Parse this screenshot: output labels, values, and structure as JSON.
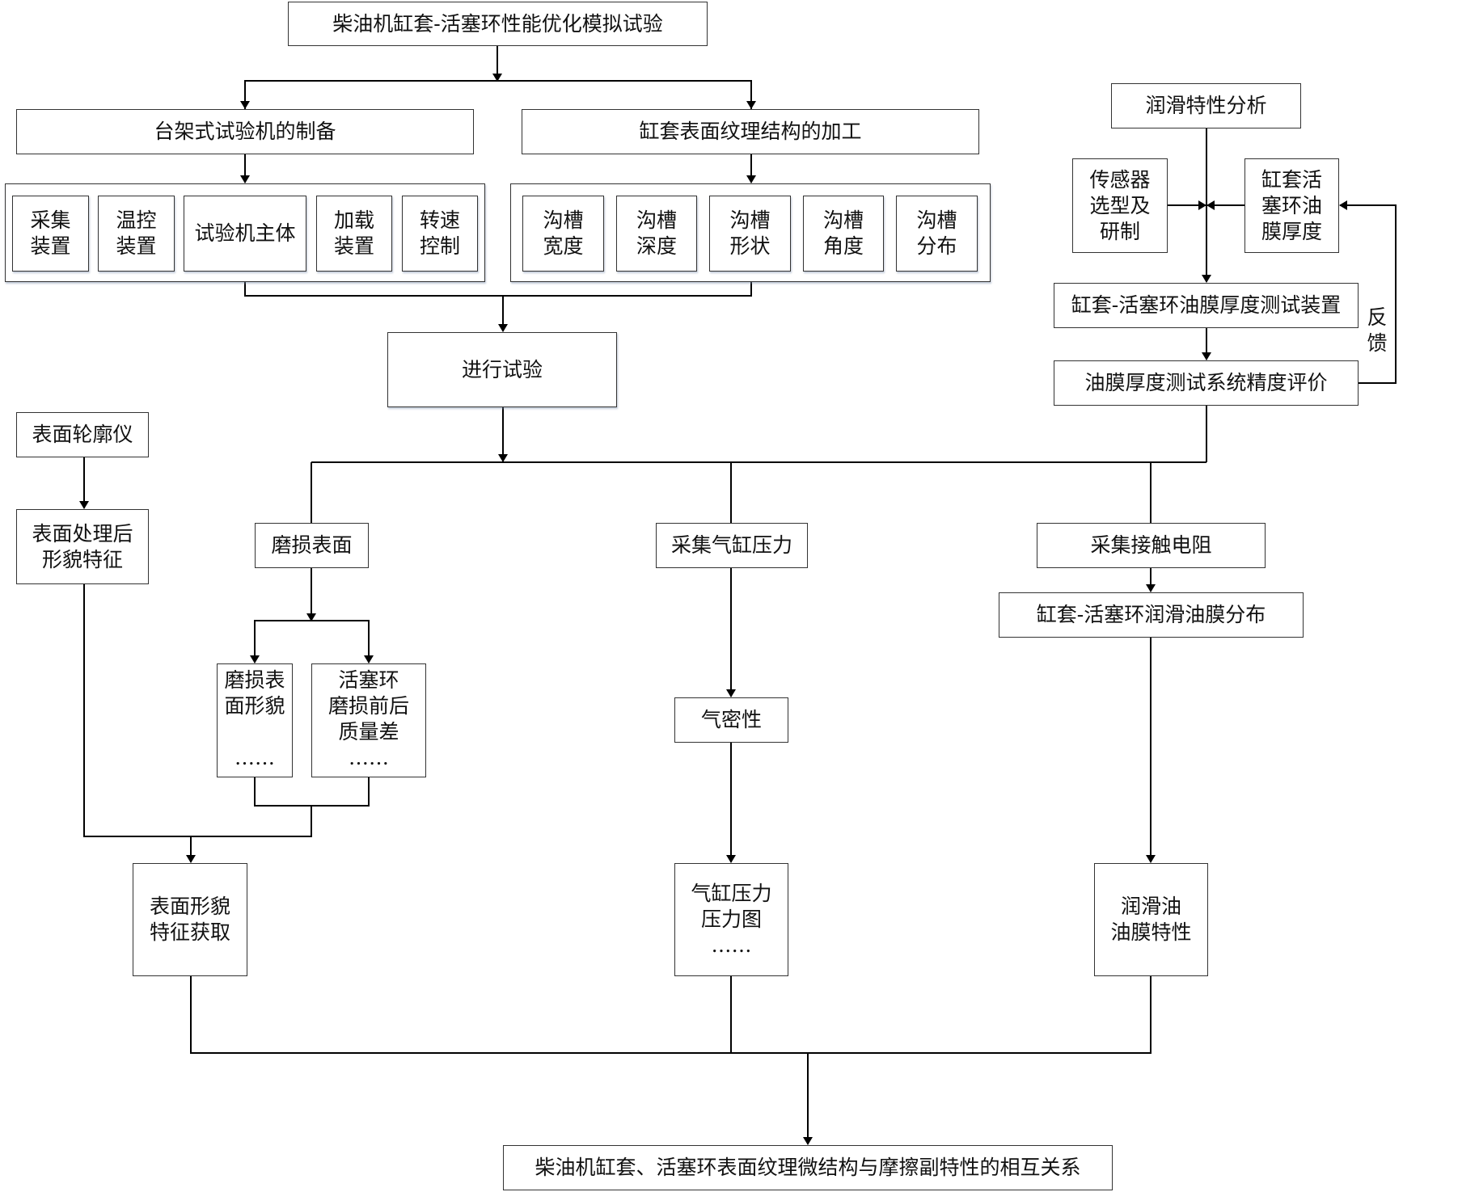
{
  "title_box": "柴油机缸套-活塞环性能优化模拟试验",
  "left_branch": {
    "header": "台架式试验机的制备",
    "items": [
      "采集\n装置",
      "温控\n装置",
      "试验机主体",
      "加载\n装置",
      "转速\n控制"
    ]
  },
  "right_branch": {
    "header": "缸套表面纹理结构的加工",
    "items": [
      "沟槽\n宽度",
      "沟槽\n深度",
      "沟槽\n形状",
      "沟槽\n角度",
      "沟槽\n分布"
    ]
  },
  "experiment": "进行试验",
  "lubrication": {
    "analysis": "润滑特性分析",
    "sensor": "传感器\n选型及\n研制",
    "film_thickness": "缸套活\n塞环油\n膜厚度",
    "test_device": "缸套-活塞环油膜厚度测试装置",
    "evaluation": "油膜厚度测试系统精度评价",
    "feedback": "反\n馈"
  },
  "surface": {
    "profiler": "表面轮廓仪",
    "treated_features": "表面处理后\n形貌特征",
    "wear_surface": "磨损表面",
    "wear_morphology": "磨损表\n面形貌\n\n……",
    "ring_mass_diff": "活塞环\n磨损前后\n质量差\n……",
    "feature_acquisition": "表面形貌\n特征获取"
  },
  "pressure": {
    "collect": "采集气缸压力",
    "airtightness": "气密性",
    "diagram": "气缸压力\n压力图\n……"
  },
  "resistance": {
    "collect": "采集接触电阻",
    "distribution": "缸套-活塞环润滑油膜分布",
    "film_properties": "润滑油\n油膜特性"
  },
  "conclusion": "柴油机缸套、活塞环表面纹理微结构与摩擦副特性的相互关系"
}
